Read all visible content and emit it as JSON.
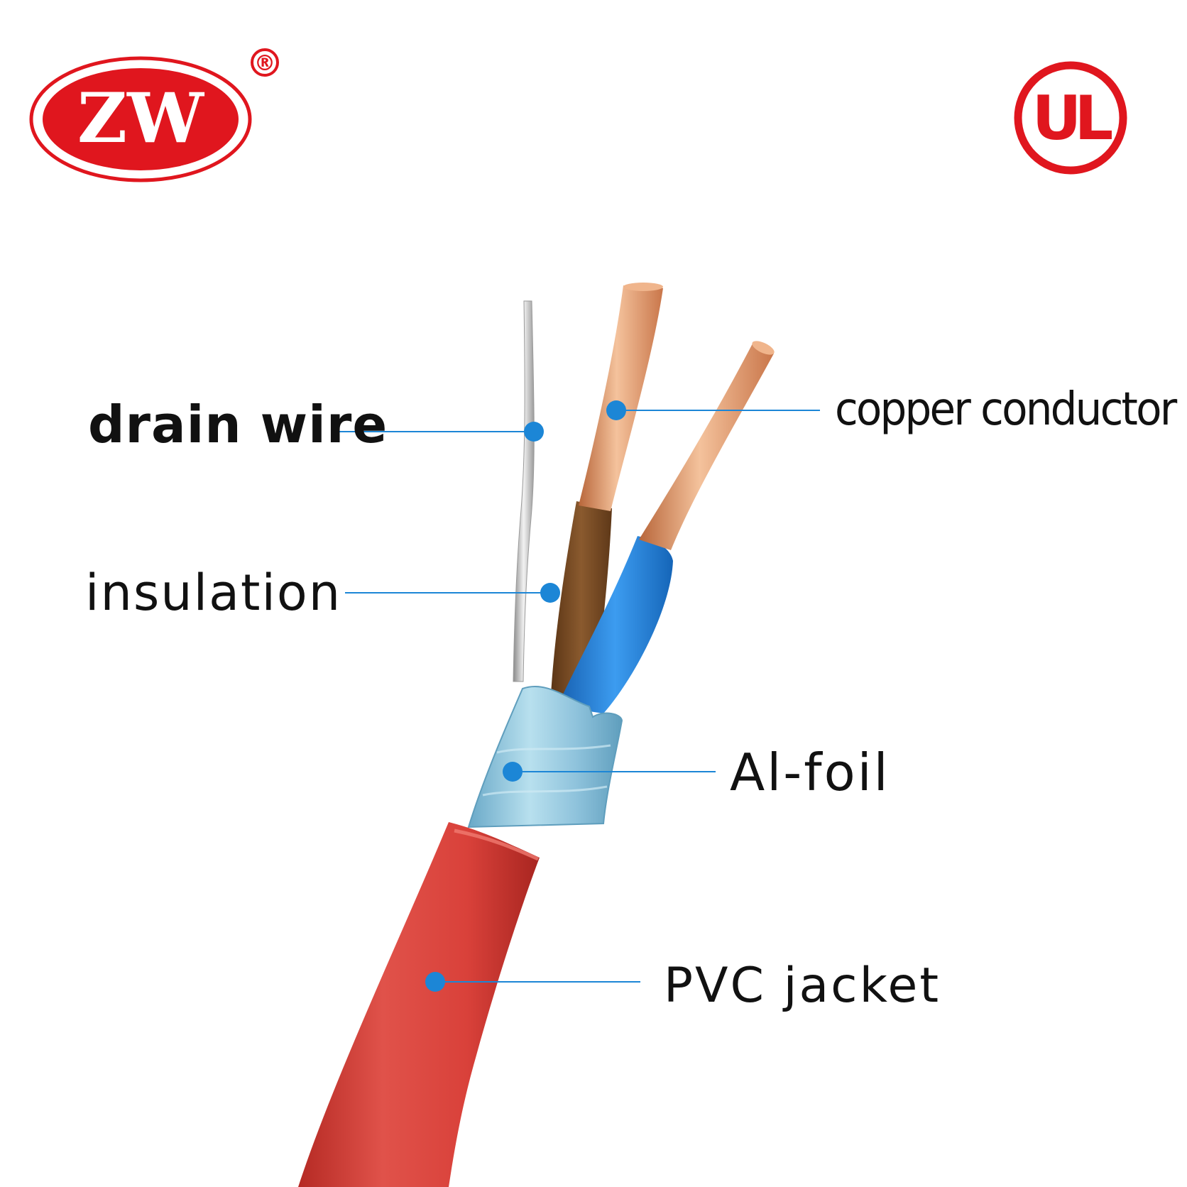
{
  "brand": {
    "logo_text": "ZW",
    "registered_mark": "®",
    "cert_mark_text": "UL"
  },
  "colors": {
    "brand_red": "#e0161e",
    "callout_blue": "#1c86d6",
    "jacket_red": "#d9413a",
    "copper": "#d98a5a",
    "insulation_brown": "#7a4a22",
    "insulation_blue": "#1f7fd6",
    "foil_blue": "#8fc3dc"
  },
  "labels": {
    "drain_wire": "drain wire",
    "copper_conductor": "copper conductor",
    "insulation": "insulation",
    "al_foil": "Al-foil",
    "pvc_jacket": "PVC jacket"
  }
}
